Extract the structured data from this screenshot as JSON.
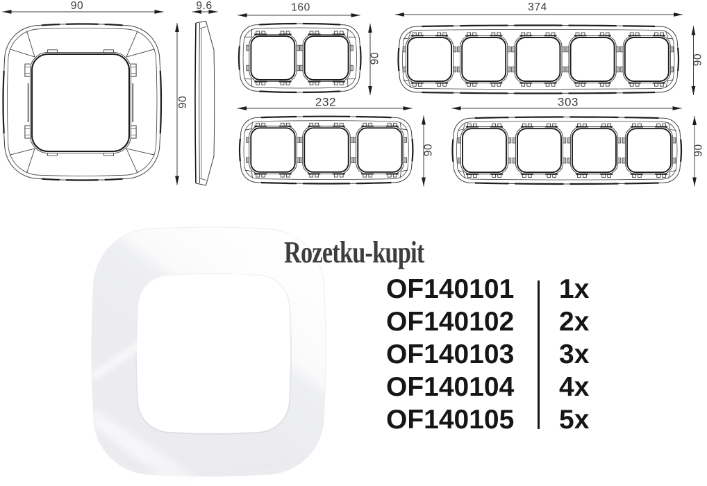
{
  "title": {
    "text": "Rozetku-kupit"
  },
  "colors": {
    "line": "#3f3f3f",
    "line_bold": "#1d1d1d",
    "dim_text": "#3a3a3a",
    "table_text": "#161616",
    "title_text": "#3d3d3d",
    "divider": "#141414",
    "photo_gray": "#f0f0f3"
  },
  "drawings": {
    "single_front": {
      "label": "single frame front view",
      "width_label": "90",
      "height_label": "90"
    },
    "side_profile": {
      "label": "frame side profile",
      "thickness_label": "9.6"
    },
    "frame_2gang": {
      "label": "2-gang frame",
      "width_label": "160",
      "height_label": "90",
      "gangs": 2
    },
    "frame_5gang": {
      "label": "5-gang frame",
      "width_label": "374",
      "height_label": "90",
      "gangs": 5
    },
    "frame_3gang": {
      "label": "3-gang frame",
      "width_label": "232",
      "height_label": "90",
      "gangs": 3
    },
    "frame_4gang": {
      "label": "4-gang frame",
      "width_label": "303",
      "height_label": "90",
      "gangs": 4
    }
  },
  "product_table": {
    "rows": [
      {
        "code": "OF140101",
        "qty": "1x"
      },
      {
        "code": "OF140102",
        "qty": "2x"
      },
      {
        "code": "OF140103",
        "qty": "3x"
      },
      {
        "code": "OF140104",
        "qty": "4x"
      },
      {
        "code": "OF140105",
        "qty": "5x"
      }
    ]
  }
}
